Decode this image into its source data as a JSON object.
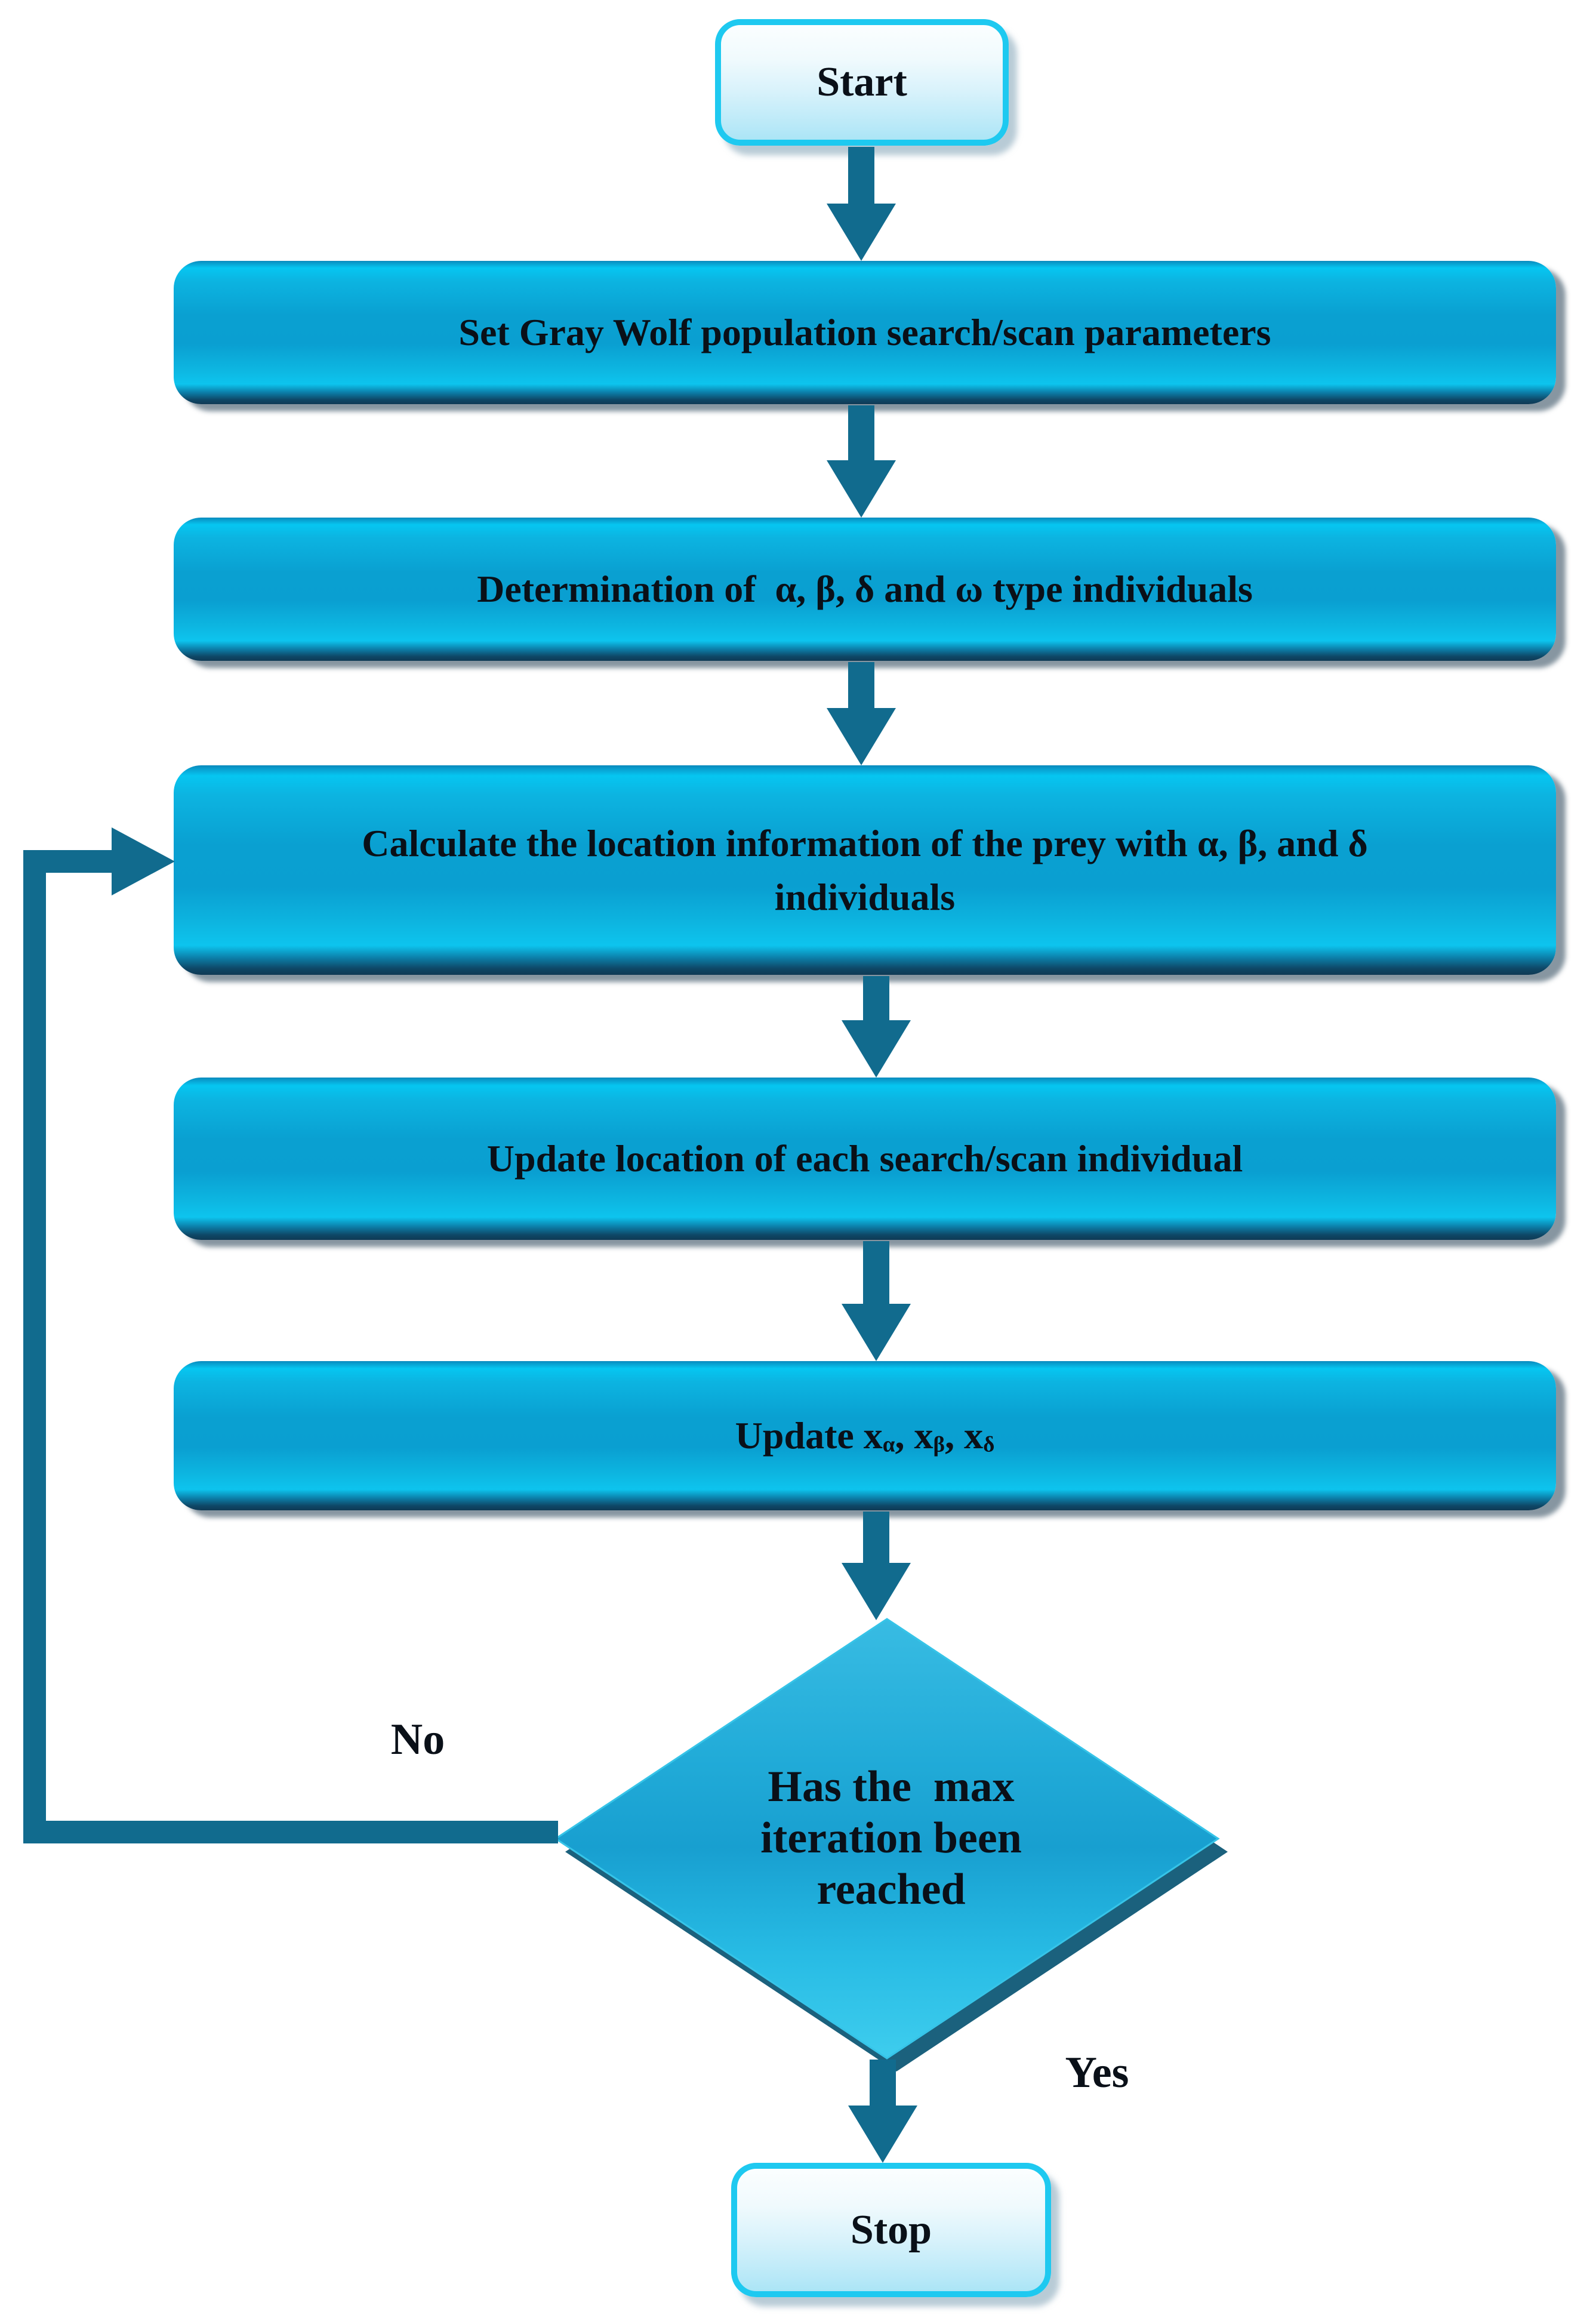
{
  "flowchart": {
    "start": {
      "label": "Start"
    },
    "steps": [
      {
        "label": "Set Gray Wolf population search/scan parameters"
      },
      {
        "label": "Determination of  α, β, δ and ω type individuals"
      },
      {
        "label": "Calculate the location information of the prey with α, β, and δ\nindividuals"
      },
      {
        "label": "Update location of each search/scan individual"
      }
    ],
    "update_step": {
      "parts": [
        "Update x",
        "α",
        ", x",
        "β",
        ", x",
        "δ"
      ]
    },
    "decision": {
      "label": "Has the  max\niteration been\nreached",
      "no_label": "No",
      "yes_label": "Yes"
    },
    "stop": {
      "label": "Stop"
    }
  },
  "colors": {
    "process_fill_highlight": "#06c6f1",
    "process_fill_mid": "#0a9fd1",
    "process_fill_dark_edge": "#0f3a55",
    "terminal_border": "#1ec9f0",
    "terminal_fill_bottom": "#abe5f6",
    "diamond_fill_top": "#38bce3",
    "diamond_fill_bottom": "#3ecdee",
    "diamond_shadow": "#0f5876",
    "arrow": "#116b8e",
    "text": "#0a1018",
    "background": "#ffffff"
  }
}
